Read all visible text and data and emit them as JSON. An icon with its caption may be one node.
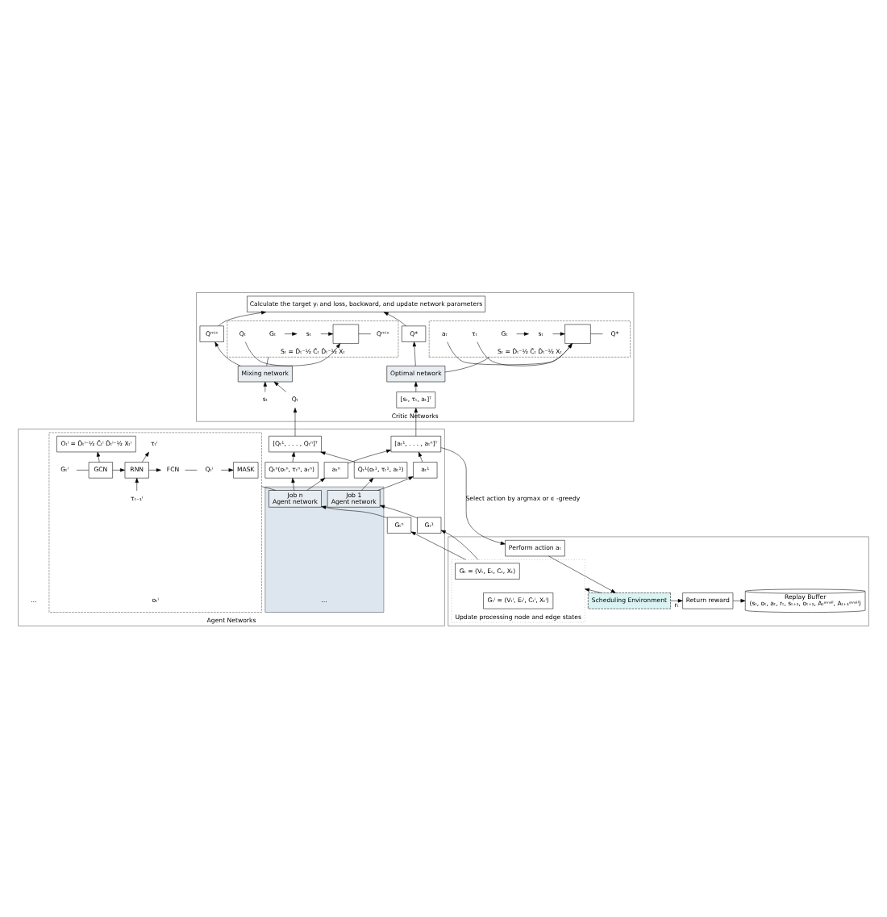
{
  "diagram": {
    "nodes": [
      {
        "text": [
          "Critic Networks"
        ]
      },
      {
        "text": [
          "Calculate the target yᵢ and loss, backward, and update network parameters"
        ],
        "in": 0
      },
      {
        "text": [
          "Qᵐⁱˣ"
        ],
        "in": 0
      },
      {
        "text": [
          "Q*"
        ],
        "in": 0
      },
      {
        "text": [
          "Mixing network"
        ],
        "in": 0
      },
      {
        "text": [
          "Optimal network"
        ],
        "in": 0
      },
      {
        "text": [
          "Qₜ"
        ],
        "in": 0
      },
      {
        "text": [
          "sₜ"
        ],
        "in": 0
      },
      {
        "text": [
          "[sₜ, τₜ, aₜ]ᵀ"
        ],
        "in": 0
      },
      {
        "text": [
          "Sₜ = D̂ₜ⁻½ Ĉₜ D̂ₜ⁻½ Xₜ"
        ],
        "in": 0
      },
      {
        "text": [
          "Gₜ"
        ],
        "in": 9
      },
      {
        "text": [
          "sₜ"
        ],
        "in": 9
      },
      {
        "text": [
          "Qₜ"
        ],
        "in": 9
      },
      {
        "text": [],
        "shape": "box",
        "in": 9
      },
      {
        "text": [
          "Qᵐⁱˣ"
        ],
        "in": 9
      },
      {
        "text": [
          "Sₜ = D̂ₜ⁻½ Ĉₜ D̂ₜ⁻½ Xₜ"
        ],
        "in": 0
      },
      {
        "text": [
          "Gₜ"
        ],
        "in": 15
      },
      {
        "text": [
          "sₜ"
        ],
        "in": 15
      },
      {
        "text": [
          "τₜ"
        ],
        "in": 15
      },
      {
        "text": [
          "aₜ"
        ],
        "in": 15
      },
      {
        "text": [],
        "shape": "box",
        "in": 15
      },
      {
        "text": [
          "Q*"
        ],
        "in": 15
      },
      {
        "text": [
          "Agent Networks"
        ]
      },
      {
        "text": [
          "[Qₜ¹, . . . , Qₜⁿ]ᵀ"
        ],
        "in": 22
      },
      {
        "text": [
          "[aₜ¹, . . . , aₜⁿ]ᵀ"
        ],
        "in": 22
      },
      {
        "text": [
          "Qₜ¹(oₜ¹, τₜ¹, aₜ¹)"
        ],
        "in": 22
      },
      {
        "text": [
          "aₜ¹"
        ],
        "in": 22
      },
      {
        "text": [
          "Qₜⁿ(oₜⁿ, τₜⁿ, aₜⁿ)"
        ],
        "in": 22
      },
      {
        "text": [
          "aₜⁿ"
        ],
        "in": 22
      },
      {
        "text": [],
        "shape": "box",
        "in": 22
      },
      {
        "text": [
          "Job 1",
          "Agent network"
        ],
        "in": 29
      },
      {
        "text": [
          "Job n",
          "Agent network"
        ],
        "in": 29
      },
      {
        "text": [
          "Gₜ¹"
        ],
        "in": 22
      },
      {
        "text": [
          "Gₜⁿ"
        ],
        "in": 22
      },
      {
        "text": [],
        "shape": "box",
        "in": 22
      },
      {
        "text": [
          "Gₜⁱ"
        ],
        "in": 34
      },
      {
        "text": [
          "GCN"
        ],
        "in": 34
      },
      {
        "text": [
          "Oₜⁱ = D̂ₜⁱ⁻½ Ĉₜⁱ D̂ₜⁱ⁻½ Xₜⁱ"
        ],
        "in": 34
      },
      {
        "text": [
          "RNN"
        ],
        "in": 34
      },
      {
        "text": [
          "τₜ₋₁ⁱ"
        ],
        "in": 34
      },
      {
        "text": [
          "τₜⁱ"
        ],
        "in": 34
      },
      {
        "text": [
          "FCN"
        ],
        "in": 34
      },
      {
        "text": [
          "Qₜⁱ"
        ],
        "in": 34
      },
      {
        "text": [
          "MASK"
        ],
        "in": 34
      },
      {
        "text": [],
        "shape": "box"
      },
      {
        "text": [
          "Update processing node and edge states"
        ],
        "in": 44
      },
      {
        "text": [
          "Gₜ = (Vₜ, Eₜ, Cₜ, Xₜ)"
        ],
        "in": 45
      },
      {
        "text": [
          "Gₜⁱ = (Vₜⁱ, Eₜⁱ, Cₜⁱ, Xₜⁱ)"
        ],
        "in": 45
      },
      {
        "text": [
          "Perform action aₜ"
        ],
        "in": 44
      },
      {
        "text": [
          "Scheduling Environment"
        ],
        "in": 44
      },
      {
        "text": [
          "Return reward"
        ],
        "in": 44
      },
      {
        "text": [
          "Replay Buffer",
          "(sₜ, oₜ, aₜ, rₜ, sₜ₊₁, oₜ₊₁, Aₜᵃᵛᵃⁱˡ, Aₜ₊₁ᵃᵛᵃⁱˡ)"
        ],
        "in": 44
      }
    ],
    "edges": [
      {
        "from": 4,
        "to": 2,
        "arrow": "to"
      },
      {
        "from": 5,
        "to": 3,
        "arrow": "to"
      },
      {
        "from": 2,
        "to": 1,
        "arrow": "to"
      },
      {
        "from": 3,
        "to": 1,
        "arrow": "to"
      },
      {
        "from": 6,
        "to": 4,
        "arrow": "to"
      },
      {
        "from": 7,
        "to": 4,
        "arrow": "to"
      },
      {
        "from": 8,
        "to": 5,
        "arrow": "to"
      },
      {
        "from": 4,
        "to": 9,
        "arrow": "none"
      },
      {
        "from": 5,
        "to": 15,
        "arrow": "none"
      },
      {
        "from": 10,
        "to": 11,
        "arrow": "to"
      },
      {
        "from": 11,
        "to": 13,
        "arrow": "to"
      },
      {
        "from": 12,
        "to": 13,
        "arrow": "to"
      },
      {
        "from": 13,
        "to": 14,
        "arrow": "none"
      },
      {
        "from": 16,
        "to": 17,
        "arrow": "to"
      },
      {
        "from": 17,
        "to": 20,
        "arrow": "to"
      },
      {
        "from": 18,
        "to": 20,
        "arrow": "to"
      },
      {
        "from": 19,
        "to": 20,
        "arrow": "to"
      },
      {
        "from": 20,
        "to": 21,
        "arrow": "none"
      },
      {
        "from": 23,
        "to": 6,
        "arrow": "to"
      },
      {
        "from": 24,
        "to": 8,
        "arrow": "to"
      },
      {
        "from": 25,
        "to": 23,
        "arrow": "to"
      },
      {
        "from": 26,
        "to": 24,
        "arrow": "to"
      },
      {
        "from": 27,
        "to": 23,
        "arrow": "to"
      },
      {
        "from": 28,
        "to": 24,
        "arrow": "to"
      },
      {
        "from": 30,
        "to": 25,
        "arrow": "to"
      },
      {
        "from": 30,
        "to": 26,
        "arrow": "to"
      },
      {
        "from": 31,
        "to": 27,
        "arrow": "to"
      },
      {
        "from": 31,
        "to": 28,
        "arrow": "to"
      },
      {
        "from": 32,
        "to": 30,
        "arrow": "to"
      },
      {
        "from": 33,
        "to": 31,
        "arrow": "to"
      },
      {
        "from": 31,
        "to": 34,
        "arrow": "none"
      },
      {
        "from": 35,
        "to": 36,
        "arrow": "none"
      },
      {
        "from": 36,
        "to": 37,
        "arrow": "to"
      },
      {
        "from": 36,
        "to": 38,
        "arrow": "to"
      },
      {
        "from": 39,
        "to": 38,
        "arrow": "to"
      },
      {
        "from": 38,
        "to": 40,
        "arrow": "to"
      },
      {
        "from": 38,
        "to": 41,
        "arrow": "to"
      },
      {
        "from": 41,
        "to": 42,
        "arrow": "none"
      },
      {
        "from": 42,
        "to": 43,
        "arrow": "to"
      },
      {
        "from": 45,
        "to": 32,
        "arrow": "to"
      },
      {
        "from": 45,
        "to": 33,
        "arrow": "to"
      },
      {
        "from": 24,
        "to": 48,
        "arrow": "to",
        "label": "Select action by argmax or ϵ -greedy"
      },
      {
        "from": 49,
        "to": 45,
        "arrow": "to"
      },
      {
        "from": 48,
        "to": 49,
        "arrow": "to"
      },
      {
        "from": 49,
        "to": 50,
        "arrow": "to",
        "label": "rₜ"
      },
      {
        "from": 50,
        "to": 51,
        "arrow": "to"
      }
    ],
    "labels": [
      "…",
      "…",
      "oₜⁱ"
    ]
  }
}
